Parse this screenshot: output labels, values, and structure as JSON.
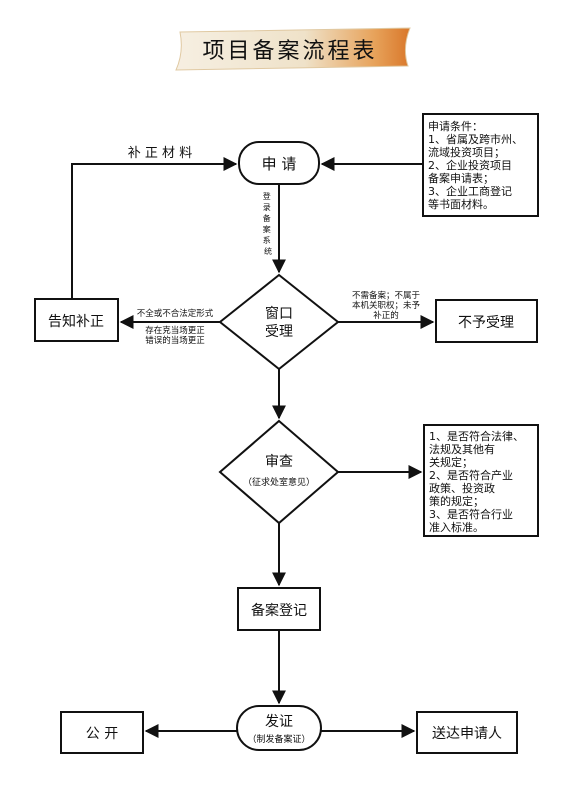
{
  "title": "项目备案流程表",
  "nodes": {
    "apply": "申 请",
    "window_line1": "窗口",
    "window_line2": "受理",
    "notify": "告知补正",
    "reject": "不予受理",
    "review": "审查",
    "review_sub": "（征求处室意见）",
    "register": "备案登记",
    "issue": "发证",
    "issue_sub": "（制发备案证）",
    "publish": "公 开",
    "deliver": "送达申请人"
  },
  "conditions": {
    "lines": [
      "申请条件：",
      "1、省属及跨市州、",
      "   流域投资项目；",
      "2、企业投资项目",
      "   备案申请表；",
      "3、企业工商登记",
      "等书面材料。"
    ]
  },
  "review_criteria": {
    "lines": [
      "1、是否符合法律、",
      "   法规及其他有",
      "   关规定；",
      "2、是否符合产业",
      "   政策、投资政",
      "   策的规定；",
      "3、是否符合行业",
      "   准入标准。"
    ]
  },
  "edge_labels": {
    "supplement": "补 正 材 料",
    "login": [
      "登",
      "录",
      "备",
      "案",
      "系",
      "统"
    ],
    "incomplete": "不全或不合法定形式",
    "correct_line1": "存在克当场更正",
    "correct_line2": "错误的当场更正",
    "reject_line1": "不需备案；不属于",
    "reject_line2": "本机关职权；未予",
    "reject_line3": "补正的"
  }
}
